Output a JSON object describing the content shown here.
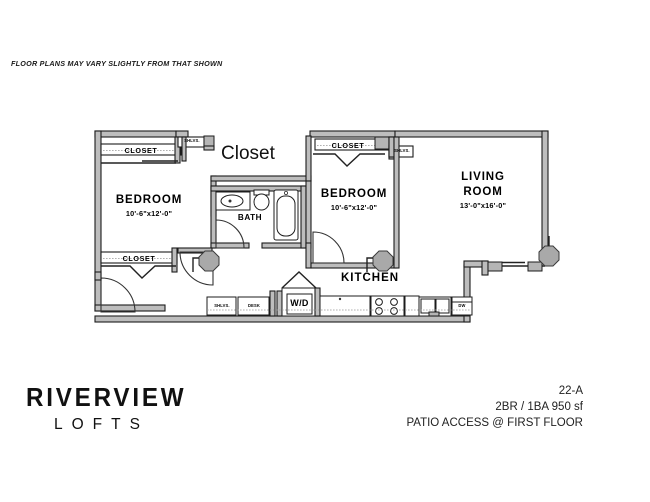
{
  "disclaimer": "FLOOR PLANS MAY VARY SLIGHTLY FROM THAT SHOWN",
  "floorplan": {
    "rooms": [
      {
        "id": "bedroom-left",
        "name": "BEDROOM",
        "dimensions": "10'-6\"x12'-0\""
      },
      {
        "id": "bedroom-right",
        "name": "BEDROOM",
        "dimensions": "10'-6\"x12'-0\""
      },
      {
        "id": "living-room",
        "name": "LIVING ROOM",
        "name_line1": "LIVING",
        "name_line2": "ROOM",
        "dimensions": "13'-0\"x16'-0\""
      },
      {
        "id": "bath",
        "name": "BATH",
        "dimensions": ""
      },
      {
        "id": "kitchen",
        "name": "KITCHEN",
        "dimensions": ""
      }
    ],
    "closets": [
      {
        "id": "closet-upper-left",
        "label": "CLOSET"
      },
      {
        "id": "closet-lower-left",
        "label": "CLOSET"
      },
      {
        "id": "closet-upper-right",
        "label": "CLOSET"
      }
    ],
    "shelves": [
      {
        "id": "shelves-top-left",
        "label": "SHLVS."
      },
      {
        "id": "shelves-top-right",
        "label": "SHLVS."
      },
      {
        "id": "shelves-kitchen",
        "label": "SHLVS."
      }
    ],
    "fixtures": [
      {
        "id": "washer-dryer",
        "label": "W/D"
      },
      {
        "id": "desk",
        "label": "DESK"
      },
      {
        "id": "dishwasher",
        "label": "DW"
      }
    ],
    "overlay_label": "Closet",
    "colors": {
      "wall": "#1a1a1a",
      "wall_fill": "#b9b9b9",
      "column": "#a8a8a8",
      "line": "#222222",
      "background": "#ffffff"
    }
  },
  "footer": {
    "logo_main": "RIVERVIEW",
    "logo_sub": "LOFTS",
    "unit": "22-A",
    "spec": "2BR / 1BA 950 sf",
    "access": "PATIO ACCESS @ FIRST FLOOR"
  }
}
